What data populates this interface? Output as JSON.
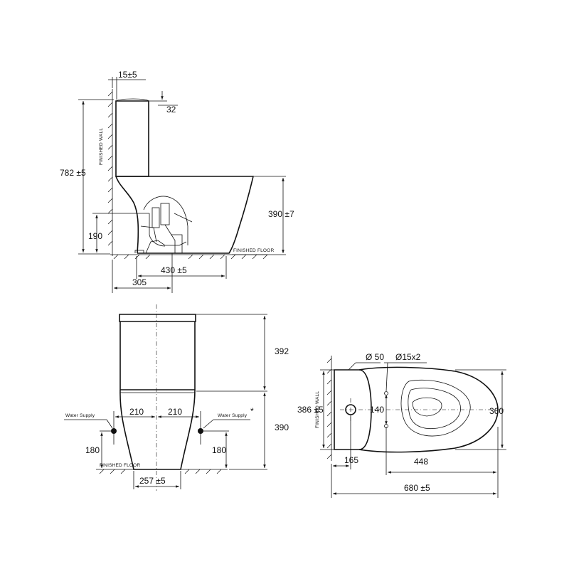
{
  "side_view": {
    "wall_gap": "15±5",
    "cistern_depth": "32",
    "overall_height": "782 ±5",
    "finished_wall": "FINISHED WALL",
    "seat_height": "390 ±7",
    "outlet_height": "190",
    "finished_floor": "FINISHED FLOOR",
    "base_depth": "430 ±5",
    "outlet_setout": "305"
  },
  "front_view": {
    "cistern_height": "392",
    "pan_height": "390",
    "water_supply_left": "Water Supply",
    "water_supply_right": "Water Supply",
    "supply_offset_left": "210",
    "supply_offset_right": "210",
    "supply_height_left": "180",
    "supply_height_right": "180",
    "finished_floor": "FINISHED FLOOR",
    "base_width": "257 ±5",
    "asterisk": "*"
  },
  "plan_view": {
    "outlet_dia": "Ø 50",
    "fixing_holes": "Ø15x2",
    "finished_wall": "FINISHED WALL",
    "cistern_width": "386 ±5",
    "fixing_spacing": "140",
    "pan_width": "360",
    "outlet_setout": "165",
    "pan_length": "448",
    "overall_length": "680 ±5"
  }
}
